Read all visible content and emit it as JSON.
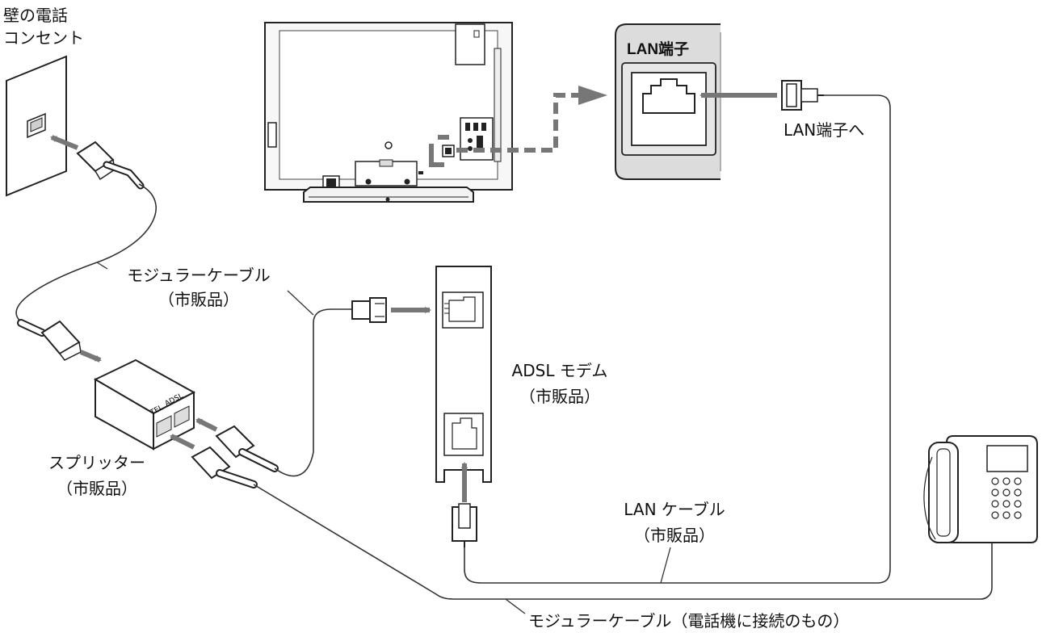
{
  "labels": {
    "wall_outlet": [
      "壁の電話",
      "コンセント"
    ],
    "modular_cable_1": [
      "モジュラーケーブル",
      "（市販品）"
    ],
    "splitter": [
      "スプリッター",
      "（市販品）"
    ],
    "splitter_ports": {
      "tel": "TEL",
      "adsl": "ADSL"
    },
    "adsl_modem": [
      "ADSL モデム",
      "（市販品）"
    ],
    "lan_terminal_title": "LAN端子",
    "to_lan_terminal": "LAN端子へ",
    "lan_cable": [
      "LAN ケーブル",
      "（市販品）"
    ],
    "modular_cable_phone": "モジュラーケーブル（電話機に接続のもの）"
  },
  "colors": {
    "line": "#333333",
    "arrow": "#777777",
    "panel_fill": "#dcdcdc",
    "device_fill": "#f2f2f2"
  },
  "icons": [
    "wall-phone-outlet-icon",
    "tv-rear-panel-icon",
    "lan-terminal-port-icon",
    "splitter-icon",
    "adsl-modem-icon",
    "telephone-icon",
    "modular-plug-icon",
    "lan-plug-icon"
  ]
}
